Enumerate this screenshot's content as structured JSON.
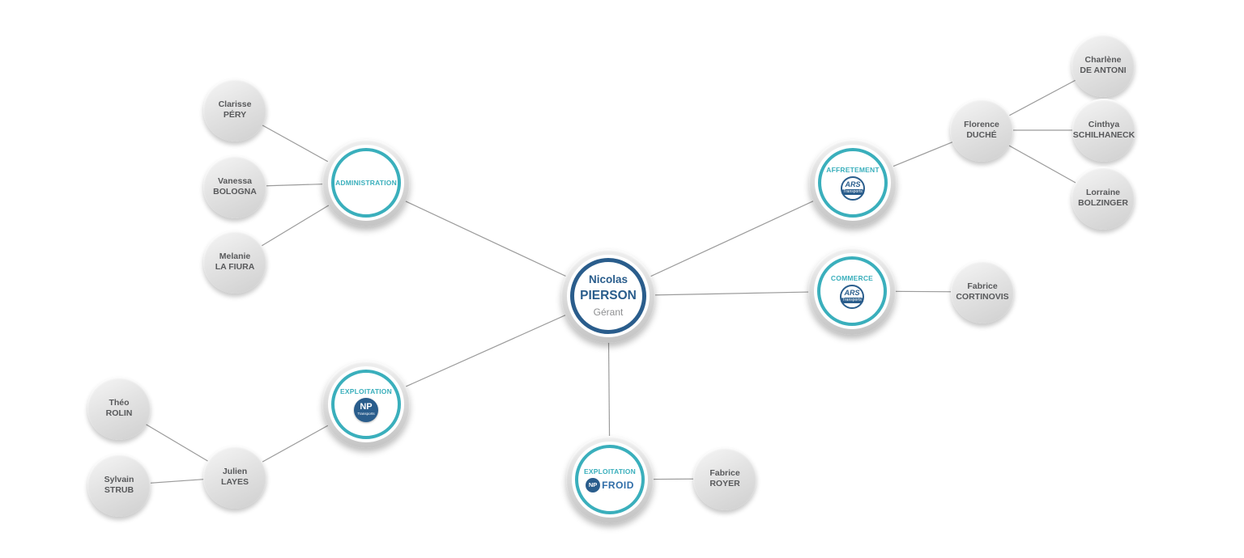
{
  "colors": {
    "teal": "#3aafbc",
    "navy": "#2a5d8c",
    "connector_line": "#9b9b9b",
    "person_text": "#58595b"
  },
  "ceo": {
    "first_name": "Nicolas",
    "last_name": "PIERSON",
    "role": "Gérant"
  },
  "departments": {
    "administration": {
      "label": "ADMINISTRATION"
    },
    "affretement": {
      "label": "AFFRETEMENT"
    },
    "commerce": {
      "label": "COMMERCE"
    },
    "exploitation_np": {
      "label": "EXPLOITATION"
    },
    "exploitation_froid": {
      "label": "EXPLOITATION"
    }
  },
  "logos": {
    "ars": {
      "name": "ARS",
      "sub": "Transports"
    },
    "np": {
      "name": "NP",
      "sub": "Transports"
    },
    "np_froid": {
      "name": "NP",
      "word": "FROID"
    }
  },
  "people": {
    "clarisse_pery": {
      "first_name": "Clarisse",
      "last_name": "PÉRY"
    },
    "vanessa_bologna": {
      "first_name": "Vanessa",
      "last_name": "BOLOGNA"
    },
    "melanie_la_fiura": {
      "first_name": "Melanie",
      "last_name": "LA FIURA"
    },
    "theo_rolin": {
      "first_name": "Théo",
      "last_name": "ROLIN"
    },
    "sylvain_strub": {
      "first_name": "Sylvain",
      "last_name": "STRUB"
    },
    "julien_layes": {
      "first_name": "Julien",
      "last_name": "LAYES"
    },
    "florence_duche": {
      "first_name": "Florence",
      "last_name": "DUCHÉ"
    },
    "charlene_de_antoni": {
      "first_name": "Charlène",
      "last_name": "DE ANTONI"
    },
    "cinthya_schilhaneck": {
      "first_name": "Cinthya",
      "last_name": "SCHILHANECK"
    },
    "lorraine_bolzinger": {
      "first_name": "Lorraine",
      "last_name": "BOLZINGER"
    },
    "fabrice_cortinovis": {
      "first_name": "Fabrice",
      "last_name": "CORTINOVIS"
    },
    "fabrice_royer": {
      "first_name": "Fabrice",
      "last_name": "ROYER"
    }
  }
}
